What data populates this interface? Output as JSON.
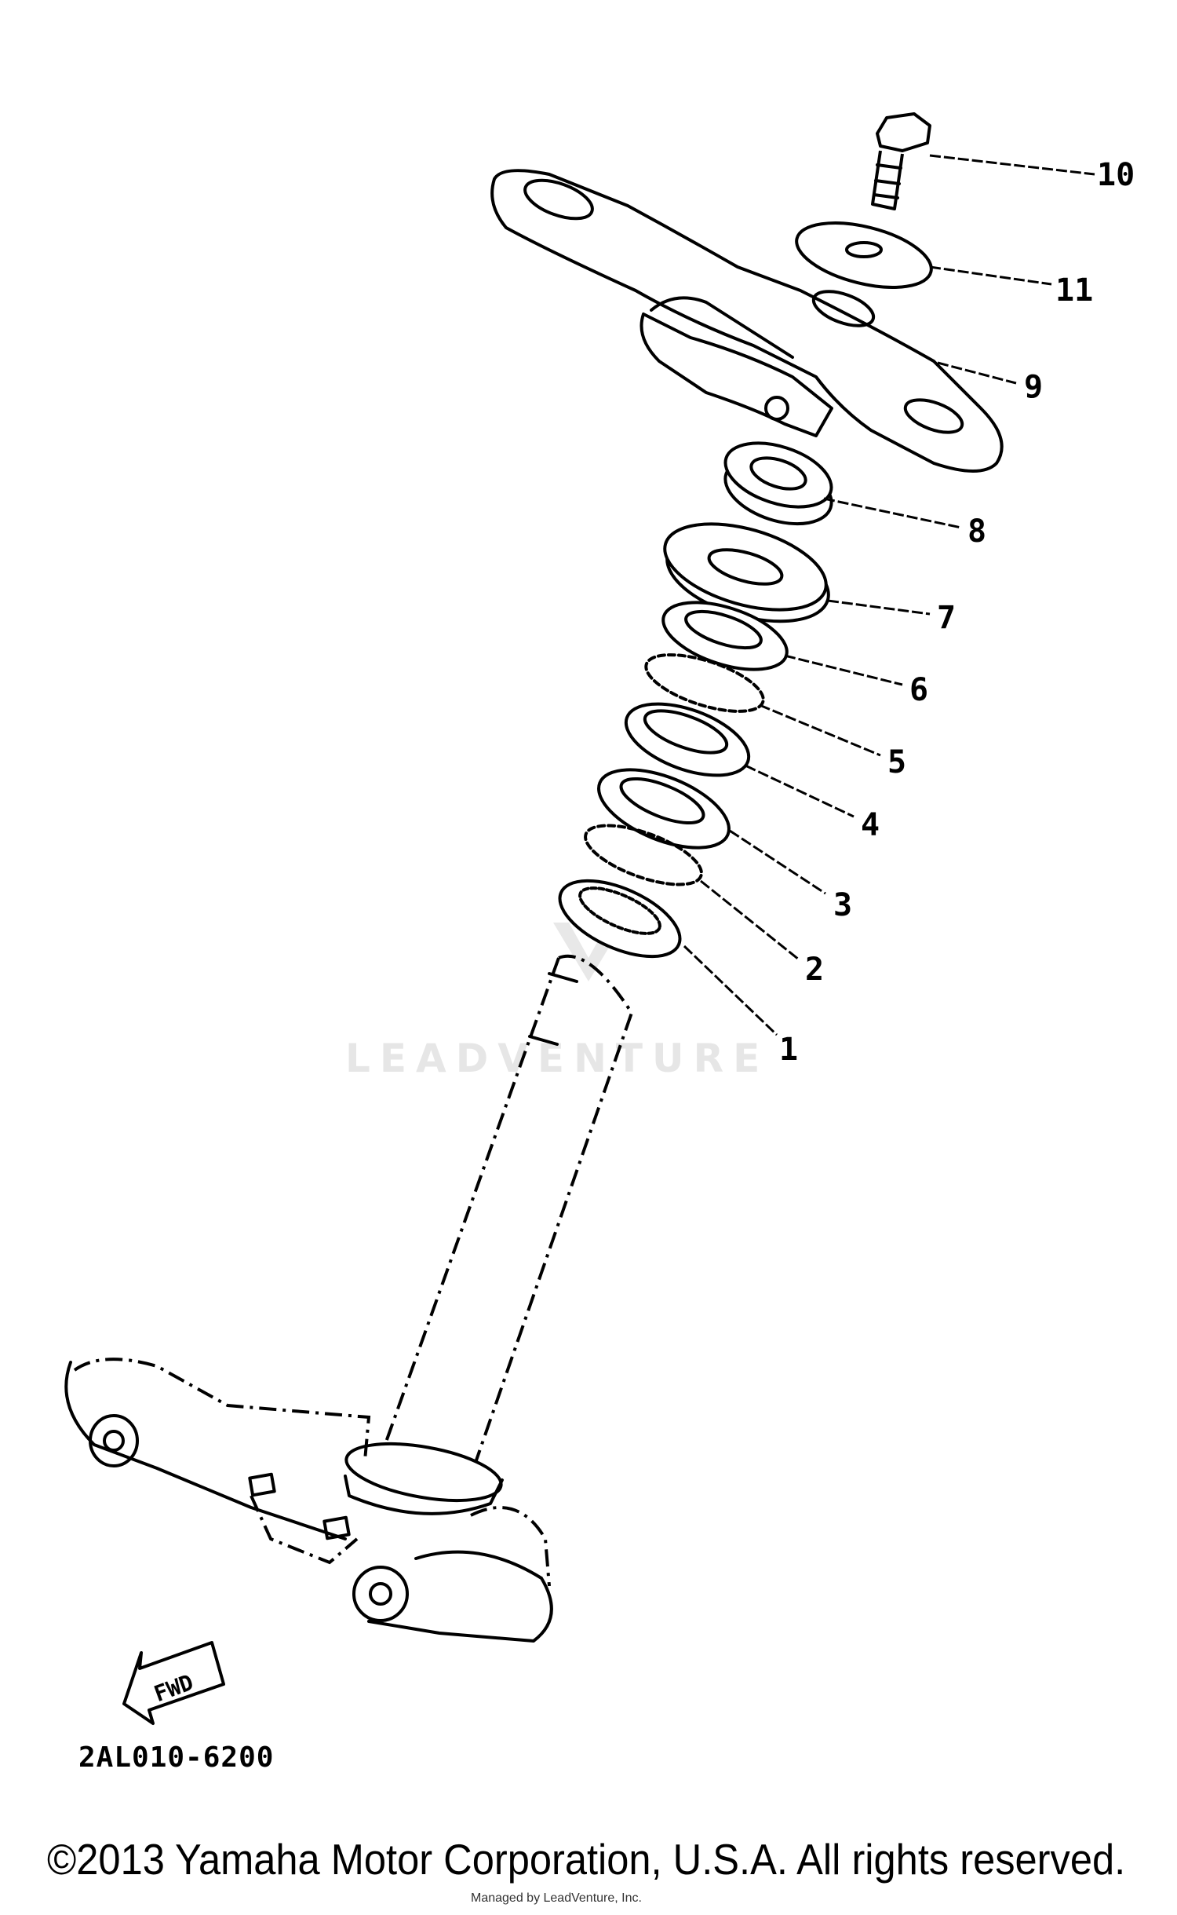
{
  "diagram": {
    "part_labels": [
      "1",
      "2",
      "3",
      "4",
      "5",
      "6",
      "7",
      "8",
      "9",
      "10",
      "11"
    ],
    "direction_arrow": "FWD",
    "diagram_code": "2AL010-6200",
    "watermark": "LEADVENTURE"
  },
  "footer": {
    "copyright": "©2013 Yamaha Motor Corporation, U.S.A. All rights reserved.",
    "managed_by": "Managed by LeadVenture, Inc."
  }
}
